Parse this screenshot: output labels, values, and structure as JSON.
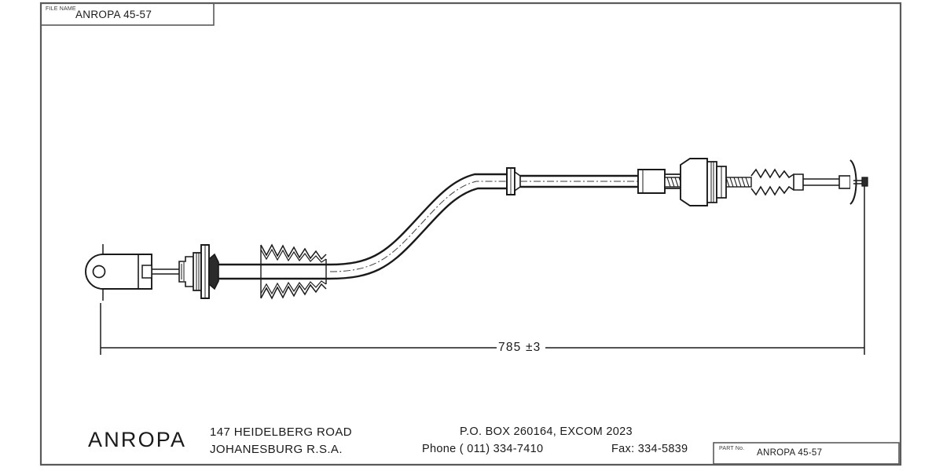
{
  "sheet": {
    "title_block": {
      "file_label": "FILE NAME",
      "file_value": "ANROPA 45-57"
    },
    "part_block": {
      "part_label": "PART No.",
      "part_value": "ANROPA 45-57"
    },
    "company": {
      "brand": "ANROPA",
      "address_line1": "147 HEIDELBERG ROAD",
      "address_line2": "JOHANESBURG R.S.A.",
      "po_box": "P.O. BOX 260164, EXCOM 2023",
      "phone": "Phone  ( 011)   334-7410",
      "fax": "Fax: 334-5839"
    },
    "dimension": {
      "overall_length": "785  ±3"
    },
    "colors": {
      "line": "#1a1a1a",
      "border": "#555555",
      "background": "#ffffff",
      "centerline": "#333333"
    }
  }
}
